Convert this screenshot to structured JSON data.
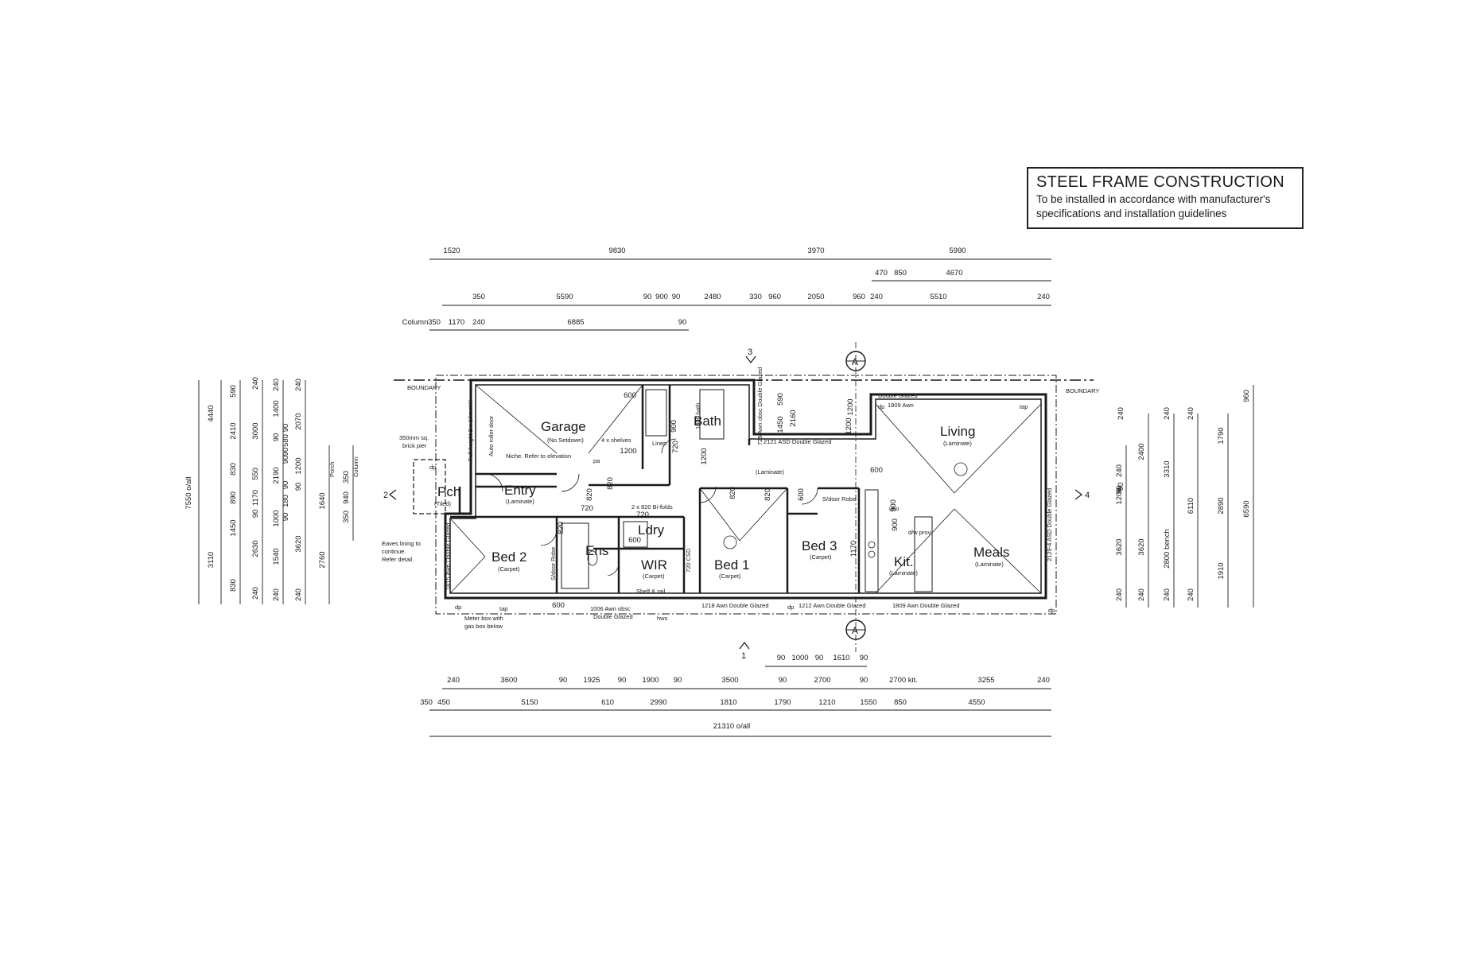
{
  "note": {
    "title": "STEEL FRAME CONSTRUCTION",
    "body_line1": "To be installed in accordance with manufacturer's",
    "body_line2": "specifications and installation guidelines"
  },
  "boundary": {
    "left": "BOUNDARY",
    "right": "BOUNDARY"
  },
  "section_markers": {
    "a": "A",
    "n1": "1",
    "n2": "2",
    "n3": "3",
    "n4": "4"
  },
  "rooms": {
    "garage": {
      "name": "Garage",
      "finish": "(No Setdown)"
    },
    "bath": {
      "name": "Bath"
    },
    "living": {
      "name": "Living",
      "finish": "(Laminate)"
    },
    "entry": {
      "name": "Entry",
      "finish": "(Laminate)"
    },
    "pch": {
      "name": "Pch",
      "finish": "(Tiled)"
    },
    "bed2": {
      "name": "Bed 2",
      "finish": "(Carpet)"
    },
    "ens": {
      "name": "Ens"
    },
    "ldry": {
      "name": "Ldry"
    },
    "wir": {
      "name": "WIR",
      "finish": "(Carpet)"
    },
    "bed1": {
      "name": "Bed 1",
      "finish": "(Carpet)"
    },
    "bed3": {
      "name": "Bed 3",
      "finish": "(Carpet)"
    },
    "kit": {
      "name": "Kit.",
      "finish": "(Laminate)"
    },
    "meals": {
      "name": "Meals",
      "finish": "(Laminate)"
    },
    "hall": {
      "finish": "(Laminate)"
    }
  },
  "notes": {
    "brick_pier_1": "350mm sq.",
    "brick_pier_2": "brick pier",
    "eaves_1": "Eaves lining to",
    "eaves_2": "continue.",
    "eaves_3": "Refer detail",
    "meter_1": "Meter box with",
    "meter_2": "gas box below",
    "niche": "Niche. Refer to elevation",
    "shelves": "4 x shelves",
    "linen": "Linen",
    "pa": "pa",
    "bifolds": "2 x 820 Bi-folds",
    "shelf_rail": "Shelf & rail",
    "sdoor_robe": "S/door Robe",
    "hws": "hws",
    "tap": "tap",
    "dp": "dp",
    "ubo": "ubo",
    "dw_prov": "d/w prov",
    "porch": "Porch",
    "column": "Column",
    "auto_roller": "Auto roller door",
    "full_height": "Full height 2 x 10mmW",
    "double_glazed": "Double Glazed",
    "awn_1809_top": "1809 Awn",
    "asd_2121": "2121 ASD Double Glazed",
    "bench_2800": "2800 bench",
    "csd_720": "720 CSD",
    "bath_1800": "1800 bath"
  },
  "windows": {
    "w1015": "1815 Awn Double Glazed",
    "w1006": "1006 Awn obsc",
    "w1006b": "Double Glazed",
    "w1218": "1218 Awn Double Glazed",
    "w1212": "1212 Awn Double Glazed",
    "w1809b": "1809 Awn Double Glazed",
    "w2129": "2129-4 ASD Double Glazed",
    "w_obsc_vert": "725 Awn obsc Double Glazed"
  },
  "dims": {
    "top1": [
      "1520",
      "9830",
      "3970",
      "5990"
    ],
    "top2": [
      "470",
      "850",
      "4670"
    ],
    "top3": [
      "350",
      "5590",
      "90",
      "900",
      "90",
      "2480",
      "330",
      "960",
      "2050",
      "960",
      "240",
      "5510",
      "240"
    ],
    "top4": [
      "Column",
      "350",
      "1170",
      "240",
      "6885",
      "90"
    ],
    "bot1": [
      "90",
      "1000",
      "90",
      "1610",
      "90"
    ],
    "bot2": [
      "240",
      "3600",
      "90",
      "1925",
      "90",
      "1900",
      "90",
      "3500",
      "90",
      "2700",
      "90",
      "2700 kit.",
      "3255",
      "240"
    ],
    "bot3": [
      "350",
      "450",
      "5150",
      "610",
      "2990",
      "1810",
      "1790",
      "1210",
      "1550",
      "850",
      "4550"
    ],
    "bot4": [
      "21310 o/all"
    ],
    "left_overall": "7550 o/all",
    "left2": [
      "4440",
      "3110"
    ],
    "left3": [
      "590",
      "2410",
      "830",
      "890",
      "1450",
      "830"
    ],
    "left4": [
      "240",
      "3000",
      "550",
      "1170",
      "90",
      "2630",
      "240"
    ],
    "left5": [
      "240",
      "1400",
      "90",
      "2190",
      "1000",
      "1540",
      "240"
    ],
    "left5b": [
      "90",
      "580",
      "90",
      "90",
      "90",
      "180",
      "90"
    ],
    "left6": [
      "240",
      "2070",
      "1200",
      "90",
      "3620",
      "240"
    ],
    "left7": [
      "1640",
      "2760"
    ],
    "left8": [
      "350",
      "940",
      "350"
    ],
    "right1": [
      "240",
      "1200",
      "90",
      "3620",
      "240"
    ],
    "right2": [
      "2400",
      "3620",
      "240"
    ],
    "right3": [
      "240",
      "3310",
      "2800 bench",
      "240"
    ],
    "right4": [
      "240",
      "6110",
      "240"
    ],
    "right5": [
      "1790",
      "2890",
      "1910"
    ],
    "right6": [
      "960",
      "6590"
    ],
    "right1b": [
      "240",
      "90"
    ],
    "room_dims": [
      "600",
      "1200",
      "600",
      "1200",
      "900",
      "600",
      "820",
      "820",
      "820",
      "720",
      "720",
      "820",
      "600",
      "2160",
      "1200",
      "1450",
      "590",
      "600",
      "900",
      "820",
      "1170",
      "720",
      "900",
      "1200"
    ]
  }
}
